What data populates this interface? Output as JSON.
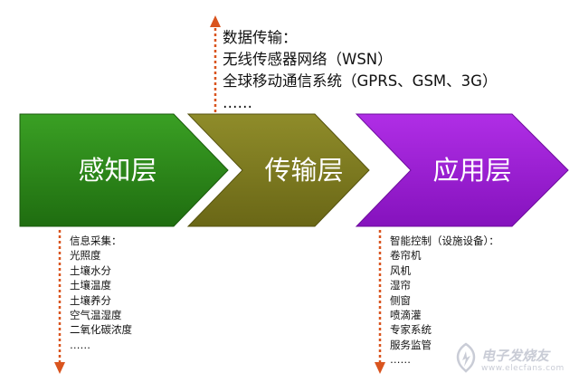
{
  "layers": {
    "perception": {
      "label": "感知层",
      "color": "#2f8a1a"
    },
    "transport": {
      "label": "传输层",
      "color": "#7f7c1f"
    },
    "application": {
      "label": "应用层",
      "color": "#9b1ed1"
    }
  },
  "data_transmission": {
    "title": "数据传输：",
    "items": [
      "无线传感器网络（WSN）",
      "全球移动通信系统（GPRS、GSM、3G）",
      "……"
    ]
  },
  "info_collection": {
    "title": "信息采集：",
    "items": [
      "光照度",
      "土壤水分",
      "土壤温度",
      "土壤养分",
      "空气温湿度",
      "二氧化碳浓度",
      "……"
    ]
  },
  "smart_control": {
    "title": "智能控制（设施设备）：",
    "items": [
      "卷帘机",
      "风机",
      "湿帘",
      "侧窗",
      "喷滴灌",
      "专家系统",
      "服务监管",
      "……"
    ]
  },
  "watermark": {
    "brand": "电子发烧友",
    "url": "www.elecfans.com"
  },
  "colors": {
    "arrow_line": "#d9541e",
    "text": "#111111"
  }
}
